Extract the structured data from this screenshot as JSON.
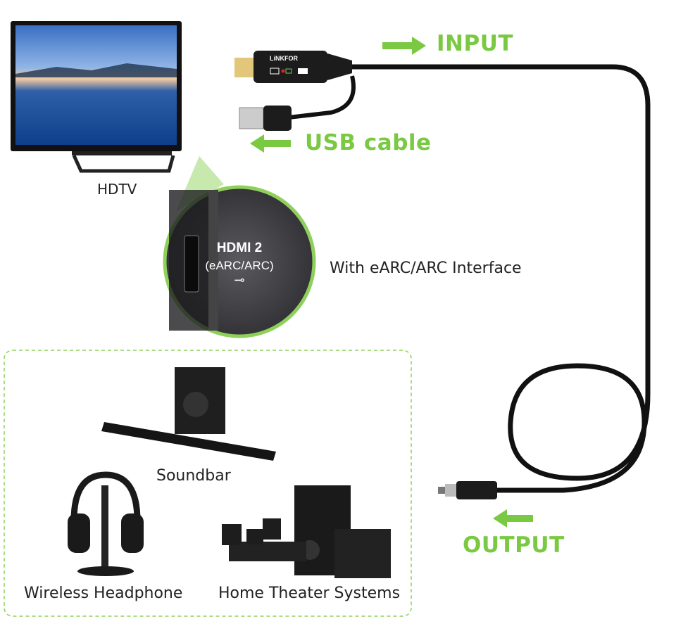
{
  "labels": {
    "hdtv": "HDTV",
    "input": "INPUT",
    "usb_cable": "USB cable",
    "output": "OUTPUT",
    "interface": "With eARC/ARC Interface",
    "soundbar": "Soundbar",
    "wireless_headphone": "Wireless Headphone",
    "home_theater": "Home Theater Systems"
  },
  "port_closeup": {
    "port_name": "HDMI 2",
    "port_sub": "(eARC/ARC)"
  },
  "adapter": {
    "brand": "LiNKFOR"
  },
  "colors": {
    "accent_green": "#7ac943",
    "cable": "#111111"
  }
}
